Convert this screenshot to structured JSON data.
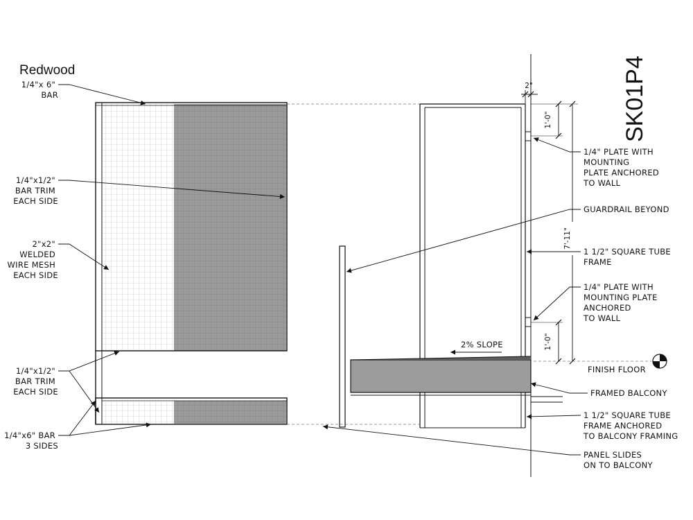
{
  "title": "Redwood",
  "sheet_id": "SK01P4",
  "left_labels": {
    "bar_top": [
      "1/4\"x 6\"",
      "BAR"
    ],
    "bar_trim_upper": [
      "1/4\"x1/2\"",
      "BAR TRIM",
      "EACH SIDE"
    ],
    "wire_mesh": [
      "2\"x2\"",
      "WELDED",
      "WIRE MESH",
      "EACH SIDE"
    ],
    "bar_trim_lower": [
      "1/4\"x1/2\"",
      "BAR TRIM",
      "EACH SIDE"
    ],
    "bar_bottom": [
      "1/4\"x6\" BAR",
      "3 SIDES"
    ]
  },
  "right_labels": {
    "plate_top": [
      "1/4\" PLATE WITH",
      "MOUNTING",
      "PLATE ANCHORED",
      "TO WALL"
    ],
    "guardrail": [
      "GUARDRAIL BEYOND"
    ],
    "tube_frame": [
      "1 1/2\" SQUARE TUBE",
      "FRAME"
    ],
    "plate_bottom": [
      "1/4\" PLATE WITH",
      "MOUNTING PLATE",
      "ANCHORED",
      "TO WALL"
    ],
    "finish_floor": [
      "FINISH FLOOR"
    ],
    "framed_balcony": [
      "FRAMED  BALCONY"
    ],
    "tube_frame_anchored": [
      "1 1/2\" SQUARE TUBE",
      "FRAME ANCHORED",
      "TO BALCONY FRAMING"
    ],
    "panel_slides": [
      "PANEL SLIDES",
      "ON TO BALCONY"
    ]
  },
  "dimensions": {
    "wall_gap": "2\"",
    "top_offset": "1'-0\"",
    "overall_height": "7'-11\"",
    "bottom_offset": "1'-0\""
  },
  "slope_note": "2% SLOPE"
}
